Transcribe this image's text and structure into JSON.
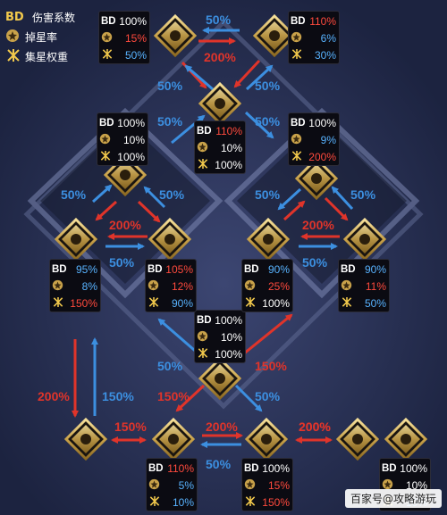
{
  "legend": {
    "bd_label": "BD",
    "bd_text": "伤害系数",
    "drop_text": "掉星率",
    "gather_text": "集星权重"
  },
  "colors": {
    "red": "#e0342a",
    "blue": "#3c8fe0",
    "gold": "#c9a24a"
  },
  "nodes": [
    {
      "id": "shielder",
      "icon": "shield-knight-icon",
      "bd": "100%",
      "drop": "10%",
      "gather": "100%",
      "bd_color": "wht",
      "drop_color": "wht",
      "gather_color": "wht"
    },
    {
      "id": "saber",
      "icon": "sword-icon",
      "bd": "100%",
      "drop": "10%",
      "gather": "100%",
      "bd_color": "wht",
      "drop_color": "wht",
      "gather_color": "wht"
    },
    {
      "id": "archer",
      "icon": "bow-icon",
      "bd": "95%",
      "drop": "8%",
      "gather": "150%",
      "bd_color": "blue",
      "drop_color": "blue",
      "gather_color": "red"
    },
    {
      "id": "lancer",
      "icon": "lance-icon",
      "bd": "105%",
      "drop": "12%",
      "gather": "90%",
      "bd_color": "red",
      "drop_color": "red",
      "gather_color": "blue"
    },
    {
      "id": "rider",
      "icon": "horse-icon",
      "bd": "100%",
      "drop": "9%",
      "gather": "200%",
      "bd_color": "wht",
      "drop_color": "blue",
      "gather_color": "red"
    },
    {
      "id": "caster",
      "icon": "staff-icon",
      "bd": "90%",
      "drop": "11%",
      "gather": "50%",
      "bd_color": "blue",
      "drop_color": "red",
      "gather_color": "blue"
    },
    {
      "id": "assassin",
      "icon": "skull-icon",
      "bd": "90%",
      "drop": "25%",
      "gather": "100%",
      "bd_color": "blue",
      "drop_color": "red",
      "gather_color": "wht"
    },
    {
      "id": "ruler",
      "icon": "scales-icon",
      "bd": "110%",
      "drop": "10%",
      "gather": "100%",
      "bd_color": "red",
      "drop_color": "wht",
      "gather_color": "wht"
    },
    {
      "id": "avenger",
      "icon": "flame-icon",
      "bd": "110%",
      "drop": "6%",
      "gather": "30%",
      "bd_color": "red",
      "drop_color": "blue",
      "gather_color": "blue"
    },
    {
      "id": "mooncancer",
      "icon": "moon-icon",
      "bd": "100%",
      "drop": "15%",
      "gather": "50%",
      "bd_color": "wht",
      "drop_color": "red",
      "gather_color": "blue"
    },
    {
      "id": "berserker",
      "icon": "beast-icon",
      "bd": "110%",
      "drop": "5%",
      "gather": "10%",
      "bd_color": "red",
      "drop_color": "blue",
      "gather_color": "blue"
    },
    {
      "id": "alterego",
      "icon": "star-burst-icon",
      "bd": "100%",
      "drop": "15%",
      "gather": "150%",
      "bd_color": "wht",
      "drop_color": "red",
      "gather_color": "red"
    },
    {
      "id": "foreigner",
      "icon": "helmet-icon",
      "bd": "100%",
      "drop": "10%",
      "gather": "10%",
      "bd_color": "wht",
      "drop_color": "wht",
      "gather_color": "blue"
    }
  ],
  "arrow_labels": {
    "top_mid": "50%",
    "top_mid2": "200%",
    "ruler_left": "50%",
    "ruler_right": "50%",
    "saber_ruler": "50%",
    "rider_ruler": "50%",
    "saber_archer": "50%",
    "saber_lancer": "50%",
    "archer_lancer_red": "200%",
    "archer_lancer_blue": "50%",
    "rider_assassin": "50%",
    "rider_caster": "50%",
    "assassin_caster_red": "200%",
    "assassin_caster_blue": "50%",
    "shielder_lancer": "50%",
    "shielder_assassin": "150%",
    "shielder_berserker": "150%",
    "shielder_alterego": "50%",
    "left_red": "200%",
    "left_blue": "150%",
    "bers_beast": "150%",
    "alter_star": "200%",
    "bers_alter_red": "200%",
    "bers_alter_blue": "50%",
    "star_foreigner": "200%"
  },
  "watermark": "百家号@攻略游玩"
}
